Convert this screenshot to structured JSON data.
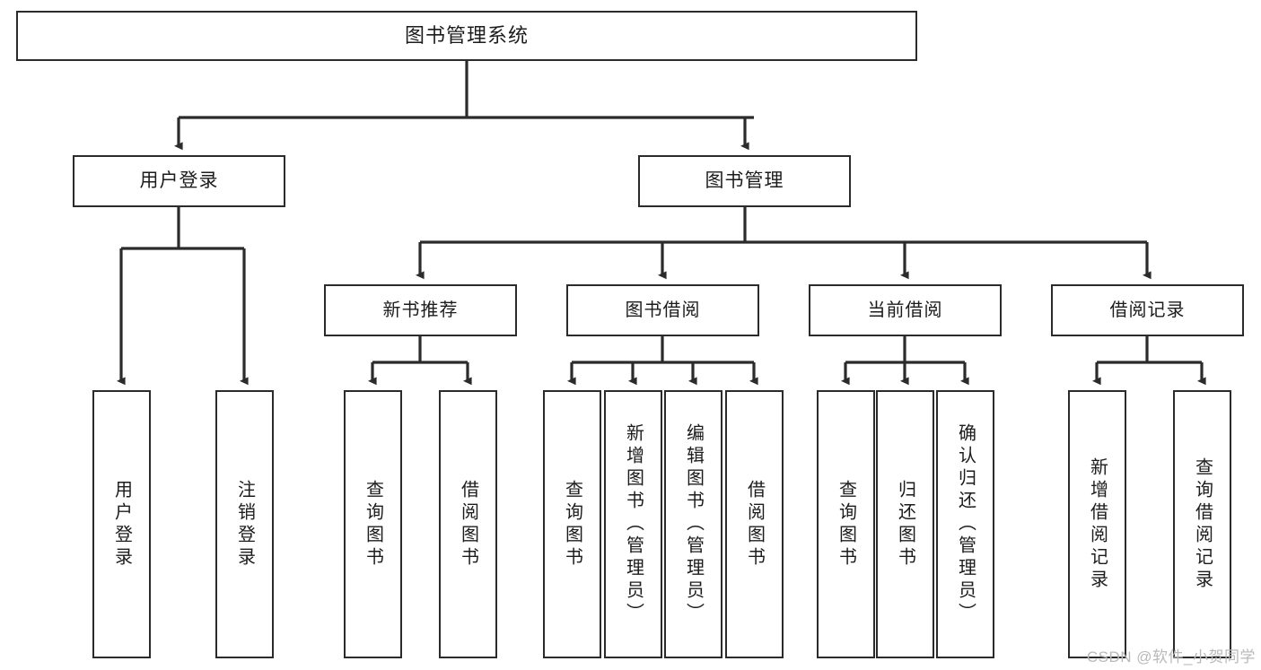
{
  "diagram": {
    "title": "图书管理系统",
    "type": "tree-hierarchy-diagram",
    "watermark": "CSDN @软件_小贺同学",
    "colors": {
      "background": "#ffffff",
      "box_border": "#2b2b2b",
      "box_fill": "#ffffff",
      "text": "#1c1c1c",
      "connector": "#2b2b2b",
      "watermark": "#b9b9b9"
    },
    "nodes": {
      "root": {
        "label": "图书管理系统"
      },
      "level1": [
        {
          "id": "user-login",
          "label": "用户登录"
        },
        {
          "id": "book-manage",
          "label": "图书管理"
        }
      ],
      "level2": [
        {
          "id": "new-book-recommend",
          "label": "新书推荐"
        },
        {
          "id": "book-borrow",
          "label": "图书借阅"
        },
        {
          "id": "current-borrow",
          "label": "当前借阅"
        },
        {
          "id": "borrow-record",
          "label": "借阅记录"
        }
      ],
      "leaves": {
        "user_login": [
          {
            "id": "leaf-user-login",
            "label": "用户登录"
          },
          {
            "id": "leaf-logout-login",
            "label": "注销登录"
          }
        ],
        "new_book_recommend": [
          {
            "id": "leaf-query-book-1",
            "label": "查询图书"
          },
          {
            "id": "leaf-borrow-book-1",
            "label": "借阅图书"
          }
        ],
        "book_borrow": [
          {
            "id": "leaf-query-book-2",
            "label": "查询图书"
          },
          {
            "id": "leaf-add-book",
            "label": "新增图书（管理员）"
          },
          {
            "id": "leaf-edit-book",
            "label": "编辑图书（管理员）"
          },
          {
            "id": "leaf-borrow-book-2",
            "label": "借阅图书"
          }
        ],
        "current_borrow": [
          {
            "id": "leaf-query-book-3",
            "label": "查询图书"
          },
          {
            "id": "leaf-return-book",
            "label": "归还图书"
          },
          {
            "id": "leaf-confirm-return",
            "label": "确认归还（管理员）"
          }
        ],
        "borrow_record": [
          {
            "id": "leaf-add-record",
            "label": "新增借阅记录"
          },
          {
            "id": "leaf-query-record",
            "label": "查询借阅记录"
          }
        ]
      }
    }
  }
}
